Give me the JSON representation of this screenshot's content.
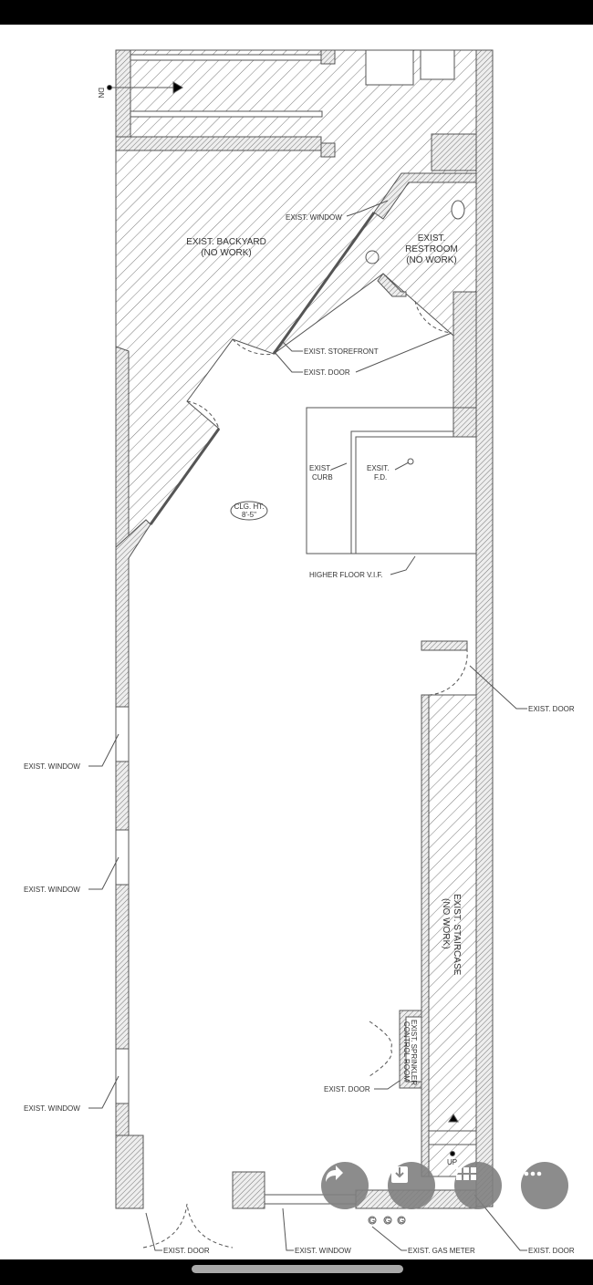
{
  "plan": {
    "labels": {
      "dn": "DN",
      "backyard": "EXIST. BACKYARD",
      "backyard_sub": "(NO WORK)",
      "window_top": "EXIST. WINDOW",
      "restroom": "EXIST.",
      "restroom_2": "RESTROOM",
      "restroom_sub": "(NO WORK)",
      "storefront": "EXIST. STOREFRONT",
      "door_top": "EXIST. DOOR",
      "curb_1": "EXIST.",
      "curb_2": "CURB",
      "fd_1": "EXSIT.",
      "fd_2": "F.D.",
      "clg_1": "CLG. HT.",
      "clg_2": "8'-5\"",
      "higher_floor": "HIGHER FLOOR V.I.F.",
      "door_right": "EXIST. DOOR",
      "window_1": "EXIST. WINDOW",
      "window_2": "EXIST. WINDOW",
      "window_3": "EXIST. WINDOW",
      "staircase": "EXIST. STAIRCASE",
      "staircase_sub": "(NO WORK)",
      "sprinkler_1": "EXIST. SPRINKLER",
      "sprinkler_2": "CONTROL ROOM",
      "door_sprinkler": "EXIST. DOOR",
      "up": "UP",
      "door_bottom_left": "EXIST. DOOR",
      "window_bottom": "EXIST. WINDOW",
      "gas_meter": "EXIST. GAS METER",
      "door_bottom_right": "EXIST. DOOR",
      "meter_glyph": "G"
    }
  },
  "actions": [
    {
      "name": "share",
      "icon": "share-icon"
    },
    {
      "name": "save",
      "icon": "download-icon"
    },
    {
      "name": "apps",
      "icon": "grid-icon"
    },
    {
      "name": "more",
      "icon": "more-icon"
    }
  ]
}
